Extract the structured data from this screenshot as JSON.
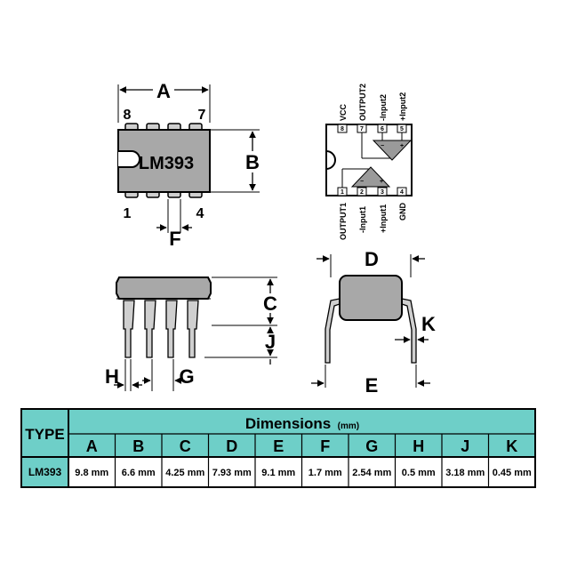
{
  "top_view": {
    "chip_label": "LM393",
    "pin_8": "8",
    "pin_7": "7",
    "pin_1": "1",
    "pin_4": "4",
    "dim_A": "A",
    "dim_B": "B",
    "dim_F": "F"
  },
  "pinout": {
    "pins": [
      {
        "num": "8",
        "name": "VCC"
      },
      {
        "num": "7",
        "name": "OUTPUT2"
      },
      {
        "num": "6",
        "name": "-Input2"
      },
      {
        "num": "5",
        "name": "+Input2"
      },
      {
        "num": "1",
        "name": "OUTPUT1"
      },
      {
        "num": "2",
        "name": "-Input1"
      },
      {
        "num": "3",
        "name": "+Input1"
      },
      {
        "num": "4",
        "name": "GND"
      }
    ]
  },
  "side_view": {
    "dim_C": "C",
    "dim_J": "J",
    "dim_H": "H",
    "dim_G": "G"
  },
  "end_view": {
    "dim_D": "D",
    "dim_E": "E",
    "dim_K": "K"
  },
  "table": {
    "type_header": "TYPE",
    "dimensions_header": "Dimensions",
    "unit": "(mm)",
    "columns": [
      "A",
      "B",
      "C",
      "D",
      "E",
      "F",
      "G",
      "H",
      "J",
      "K"
    ],
    "rows": [
      {
        "type": "LM393",
        "values": [
          "9.8 mm",
          "6.6 mm",
          "4.25 mm",
          "7.93 mm",
          "9.1 mm",
          "1.7 mm",
          "2.54 mm",
          "0.5 mm",
          "3.18 mm",
          "0.45 mm"
        ]
      }
    ]
  },
  "colors": {
    "body_gray": "#a8a8a8",
    "header_teal": "#6ecfc8",
    "pin_silver": "#cfcfcf",
    "triangle_gray": "#9a9a9a"
  }
}
